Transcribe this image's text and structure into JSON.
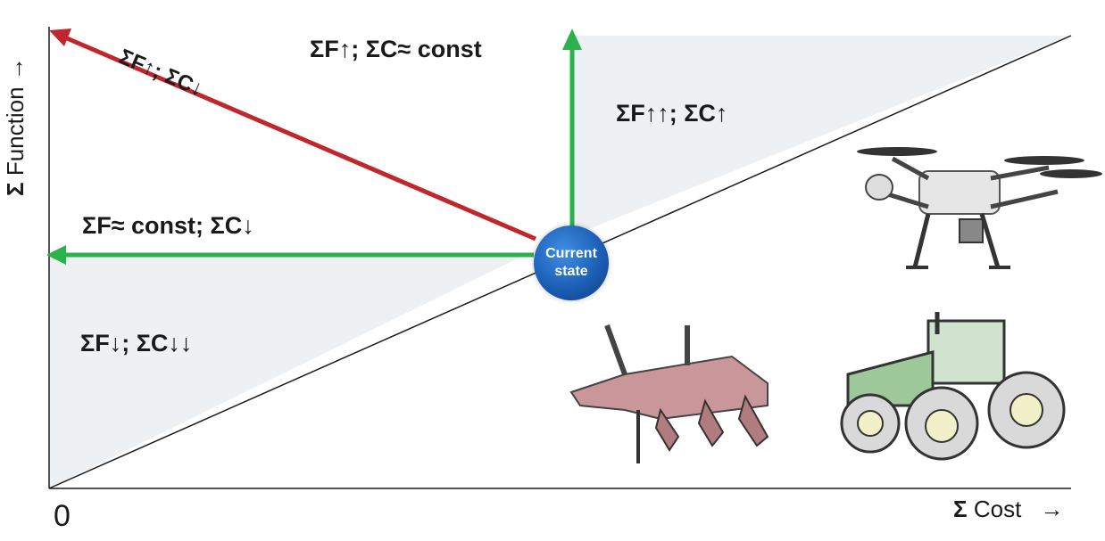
{
  "axes": {
    "y_symbol": "Σ",
    "y_label": "Function",
    "x_symbol": "Σ",
    "x_label": "Cost",
    "origin": "0",
    "arrow": "→"
  },
  "labels": {
    "red_arrow": "ΣF↑; ΣC↓",
    "up_arrow": "ΣF↑; ΣC≈ const",
    "upper_region": "ΣF↑↑; ΣC↑",
    "left_arrow": "ΣF≈ const; ΣC↓",
    "lower_region": "ΣF↓; ΣC↓↓"
  },
  "center_node": {
    "line1": "Current",
    "line2": "state"
  },
  "illustrations": [
    "drone",
    "plough",
    "tractor"
  ],
  "colors": {
    "red_arrow": "#c0272d",
    "green_arrow": "#2bb24c",
    "region_fill": "#eef1f4",
    "axis": "#1a1a1a",
    "node": "#1c5fb7"
  }
}
